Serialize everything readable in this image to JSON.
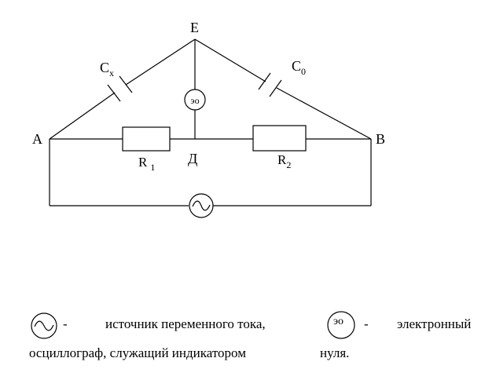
{
  "diagram": {
    "nodes": {
      "E": "E",
      "A": "A",
      "B": "B",
      "D": "Д"
    },
    "components": {
      "cx_main": "C",
      "cx_sub": "x",
      "c0_main": "C",
      "c0_sub": "0",
      "r1_main": "R",
      "r1_sub": "1",
      "r2_main": "R",
      "r2_sub": "2",
      "oscilloscope": "эо"
    }
  },
  "legend": {
    "source_symbol_dash": "-",
    "source_text": "источник переменного тока,",
    "oscilloscope_symbol": "эо",
    "oscilloscope_dash": "-",
    "oscilloscope_text_1": "электронный",
    "oscilloscope_text_2": "осциллограф, служащий индикатором",
    "oscilloscope_text_3": "нуля."
  }
}
